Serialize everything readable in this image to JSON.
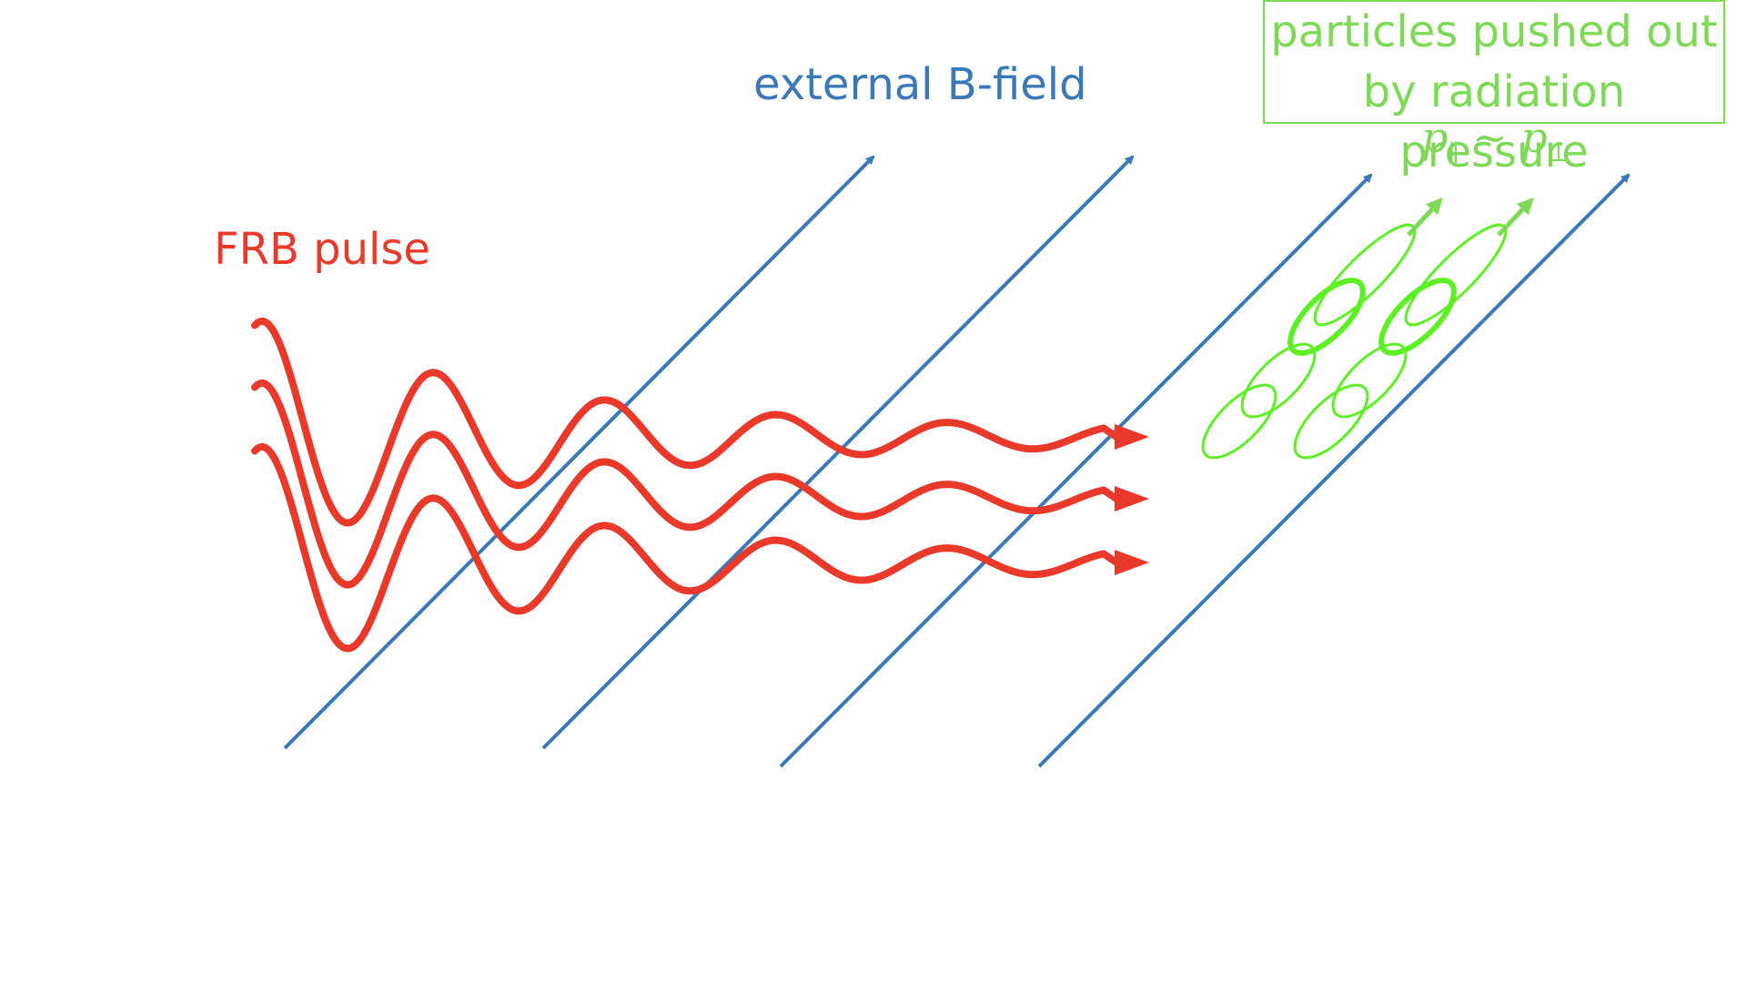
{
  "colors": {
    "pulse": "#e8392b",
    "field": "#3a78b8",
    "particles": "#7ed957",
    "particle_orbit": "#5df025"
  },
  "labels": {
    "frb_pulse": "FRB pulse",
    "external_field": "external B-field",
    "particles_line1": "particles pushed out",
    "particles_line2": "by radiation pressure",
    "momentum": {
      "p1": "p",
      "sub1": "∥",
      "tilde": " ∼ ",
      "p2": "p",
      "sub2": "⊥"
    }
  }
}
